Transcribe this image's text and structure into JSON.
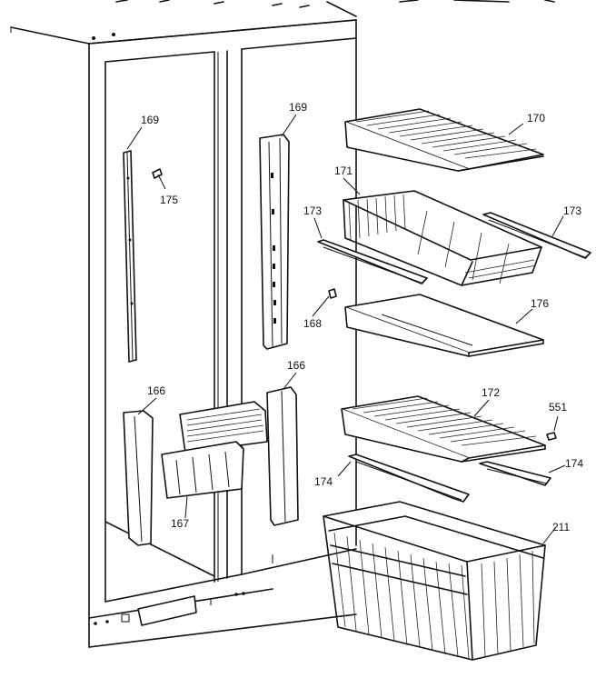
{
  "diagram": {
    "parts": [
      {
        "id": "p169a",
        "number": "169"
      },
      {
        "id": "p175",
        "number": "175"
      },
      {
        "id": "p169b",
        "number": "169"
      },
      {
        "id": "p170",
        "number": "170"
      },
      {
        "id": "p171",
        "number": "171"
      },
      {
        "id": "p173a",
        "number": "173"
      },
      {
        "id": "p173b",
        "number": "173"
      },
      {
        "id": "p168",
        "number": "168"
      },
      {
        "id": "p176",
        "number": "176"
      },
      {
        "id": "p166a",
        "number": "166"
      },
      {
        "id": "p166b",
        "number": "166"
      },
      {
        "id": "p172",
        "number": "172"
      },
      {
        "id": "p551",
        "number": "551"
      },
      {
        "id": "p174a",
        "number": "174"
      },
      {
        "id": "p174b",
        "number": "174"
      },
      {
        "id": "p167",
        "number": "167"
      },
      {
        "id": "p211",
        "number": "211"
      }
    ]
  }
}
